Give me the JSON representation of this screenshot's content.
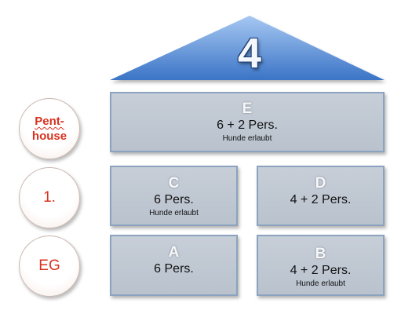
{
  "roof": {
    "label": "4"
  },
  "floors": {
    "penthouse": {
      "line1": "Pent-",
      "line2": "house"
    },
    "first": {
      "label": "1."
    },
    "ground": {
      "label": "EG"
    }
  },
  "units": {
    "e": {
      "letter": "E",
      "capacity": "6 + 2 Pers.",
      "note": "Hunde erlaubt"
    },
    "c": {
      "letter": "C",
      "capacity": "6 Pers.",
      "note": "Hunde erlaubt"
    },
    "d": {
      "letter": "D",
      "capacity": "4 + 2 Pers."
    },
    "a": {
      "letter": "A",
      "capacity": "6 Pers."
    },
    "b": {
      "letter": "B",
      "capacity": "4 + 2 Pers.",
      "note": "Hunde erlaubt"
    }
  },
  "colors": {
    "roof_top": "#9cc0ef",
    "roof_bottom": "#3b75c8",
    "box_fill": "#c2c9d3",
    "box_border": "#8ba3be",
    "floor_label": "#d9311f"
  }
}
